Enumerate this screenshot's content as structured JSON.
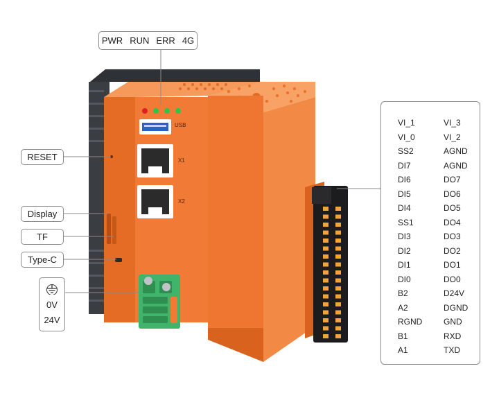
{
  "callouts": {
    "leds": [
      "PWR",
      "RUN",
      "ERR",
      "4G"
    ],
    "reset": "RESET",
    "display": "Display",
    "tf": "TF",
    "typec": "Type-C",
    "power": [
      "0V",
      "24V"
    ]
  },
  "device_labels": {
    "usb": "USB",
    "x1": "X1",
    "x2": "X2"
  },
  "pin_table": {
    "rows": [
      [
        "VI_1",
        "VI_3"
      ],
      [
        "VI_0",
        "VI_2"
      ],
      [
        "SS2",
        "AGND"
      ],
      [
        "DI7",
        "AGND"
      ],
      [
        "DI6",
        "DO7"
      ],
      [
        "DI5",
        "DO6"
      ],
      [
        "DI4",
        "DO5"
      ],
      [
        "SS1",
        "DO4"
      ],
      [
        "DI3",
        "DO3"
      ],
      [
        "DI2",
        "DO2"
      ],
      [
        "DI1",
        "DO1"
      ],
      [
        "DI0",
        "DO0"
      ],
      [
        "B2",
        "D24V"
      ],
      [
        "A2",
        "DGND"
      ],
      [
        "RGND",
        "GND"
      ],
      [
        "B1",
        "RXD"
      ],
      [
        "A1",
        "TXD"
      ]
    ]
  },
  "colors": {
    "body_orange": "#f07a36",
    "heatsink": "#3a3d42",
    "terminal_green": "#3fb46a",
    "connector_black": "#1c1c1e",
    "connector_accent": "#f2a33a"
  }
}
